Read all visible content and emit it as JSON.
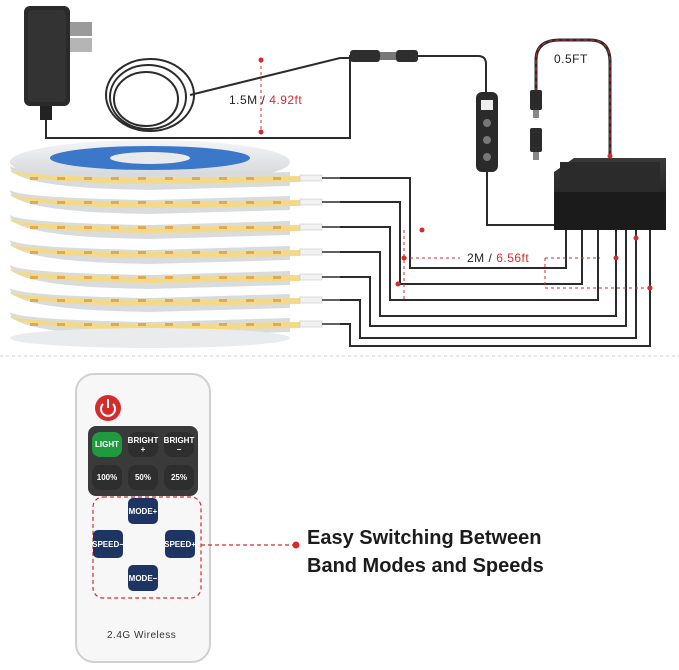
{
  "labels": {
    "adapter_cable_metric": "1.5M",
    "adapter_cable_sep": " / ",
    "adapter_cable_imperial": "4.92ft",
    "splitter_cable": "0.5FT",
    "output_cable_metric": "2M",
    "output_cable_sep": " / ",
    "output_cable_imperial": "6.56ft"
  },
  "remote": {
    "buttons": {
      "light": "LIGHT",
      "bright_up": "BRIGHT",
      "bright_up_sign": "+",
      "bright_down": "BRIGHT",
      "bright_down_sign": "−",
      "pct_100": "100%",
      "pct_50": "50%",
      "pct_25": "25%",
      "mode_up": "MODE",
      "mode_up_sign": "+",
      "mode_down": "MODE",
      "mode_down_sign": "−",
      "speed_left": "SPEED",
      "speed_left_sign": "−",
      "speed_right": "SPEED",
      "speed_right_sign": "+"
    },
    "footer": "2.4G  Wireless"
  },
  "feature": {
    "line1": "Easy Switching Between",
    "line2": "Band Modes and Speeds"
  },
  "colors": {
    "accent_red": "#d62b2b",
    "dpad_blue": "#1e3563",
    "light_green": "#1f9a3e",
    "button_dark": "#2e2e2e",
    "strip_yellow": "#f3d98a"
  }
}
